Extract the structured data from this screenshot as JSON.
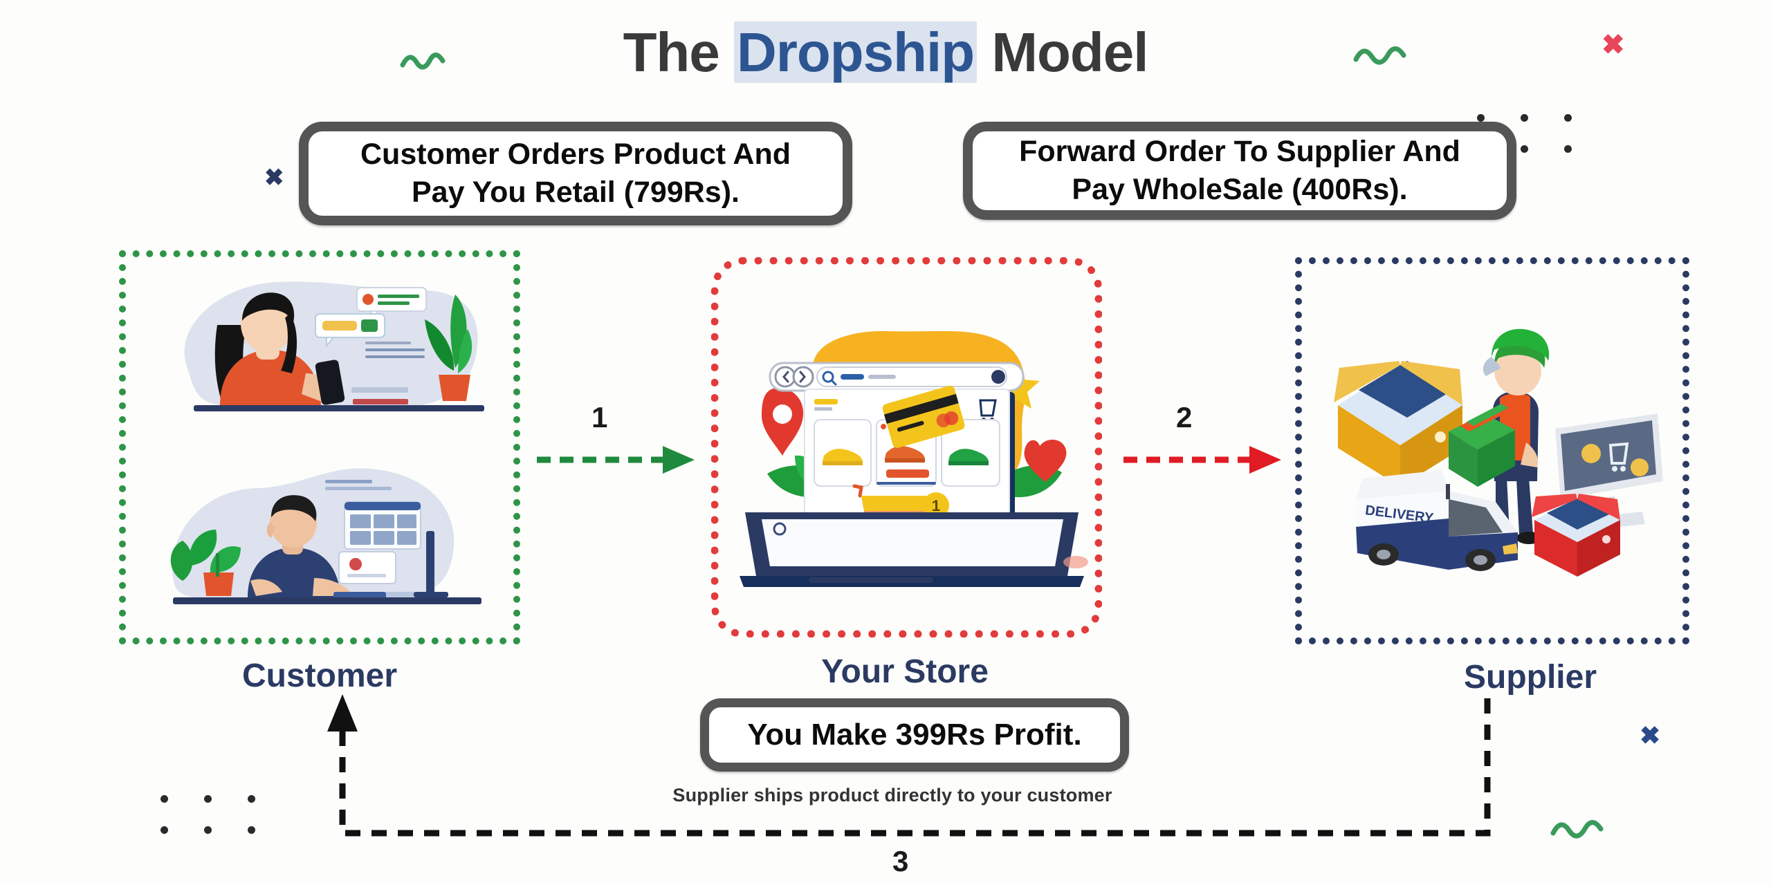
{
  "title": {
    "prefix": "The ",
    "highlight": "Dropship",
    "suffix": " Model"
  },
  "callouts": {
    "customer": "Customer Orders Product And Pay You Retail (799Rs).",
    "customer_line1": "Customer Orders Product And",
    "customer_line2": "Pay You Retail (799Rs).",
    "supplier": "Forward Order To Supplier And Pay WholeSale (400Rs).",
    "supplier_line1": "Forward Order To Supplier And",
    "supplier_line2": "Pay WholeSale (400Rs).",
    "profit": "You Make 399Rs Profit."
  },
  "panels": [
    {
      "key": "customer",
      "label": "Customer",
      "border_color": "#2e9447",
      "border_style": "dotted"
    },
    {
      "key": "store",
      "label": "Your Store",
      "border_color": "#e23b3b",
      "border_style": "dotted"
    },
    {
      "key": "supplier",
      "label": "Supplier",
      "border_color": "#2b3a63",
      "border_style": "dotted"
    }
  ],
  "labels": {
    "customer": "Customer",
    "store": "Your Store",
    "supplier": "Supplier"
  },
  "arrows": [
    {
      "number": "1",
      "color": "#1f8a3d",
      "style": "dashed",
      "direction": "right",
      "from": "customer",
      "to": "store"
    },
    {
      "number": "2",
      "color": "#e01b24",
      "style": "dashed",
      "direction": "right",
      "from": "store",
      "to": "supplier"
    },
    {
      "number": "3",
      "color": "#111111",
      "style": "dashed",
      "direction": "supplier-to-customer",
      "from": "supplier",
      "to": "customer"
    }
  ],
  "bottom_caption": "Supplier ships product directly to your customer",
  "colors": {
    "title_dark": "#3a3a3a",
    "title_accent": "#2d5592",
    "title_highlight_bg": "#dbe3ef",
    "callout_border": "#555555",
    "label_navy": "#2b3a63",
    "green": "#2e9447",
    "red": "#e23b3b",
    "navy": "#2b3a63",
    "page_bg": "#fdfdfb"
  },
  "decorations": [
    {
      "name": "squiggle-green-top-left",
      "glyph": "squiggle",
      "color": "#3a9a5c"
    },
    {
      "name": "squiggle-green-top-right",
      "glyph": "squiggle",
      "color": "#3a9a5c"
    },
    {
      "name": "squiggle-green-bottom-right",
      "glyph": "squiggle",
      "color": "#3a9a5c"
    },
    {
      "name": "x-red-top-right",
      "glyph": "✖",
      "color": "#e8455a"
    },
    {
      "name": "x-blue-left",
      "glyph": "✖",
      "color": "#2b3a63"
    },
    {
      "name": "x-blue-bottom-right",
      "glyph": "✖",
      "color": "#2b4a8b"
    },
    {
      "name": "dot-grid-top-right",
      "glyph": "dots",
      "color": "#2a2a2a"
    },
    {
      "name": "dot-grid-bottom-left",
      "glyph": "dots",
      "color": "#2a2a2a"
    }
  ],
  "illustrations": {
    "customer_top": {
      "name": "woman-shopping-on-phone",
      "elements": [
        "woman",
        "smartphone",
        "chat-bubbles",
        "plant",
        "books",
        "desk"
      ]
    },
    "customer_bottom": {
      "name": "man-browsing-on-computer",
      "elements": [
        "man",
        "monitor",
        "plant",
        "browser-window",
        "desk"
      ]
    },
    "store": {
      "name": "online-store-laptop",
      "elements": [
        "laptop",
        "browser-bar",
        "product-cards",
        "shopping-cart",
        "credit-card",
        "location-pin",
        "heart",
        "star",
        "leaves",
        "yellow-blob"
      ],
      "product_cards": [
        "yellow-shoe",
        "orange-shoe",
        "green-shoe"
      ],
      "cart_badge": "1"
    },
    "supplier": {
      "name": "supplier-warehouse-isometric",
      "elements": [
        "yellow-open-box",
        "delivery-person",
        "green-packages",
        "monitor-with-cart",
        "delivery-van",
        "red-open-box"
      ],
      "van_label": "DELIVERY"
    }
  }
}
